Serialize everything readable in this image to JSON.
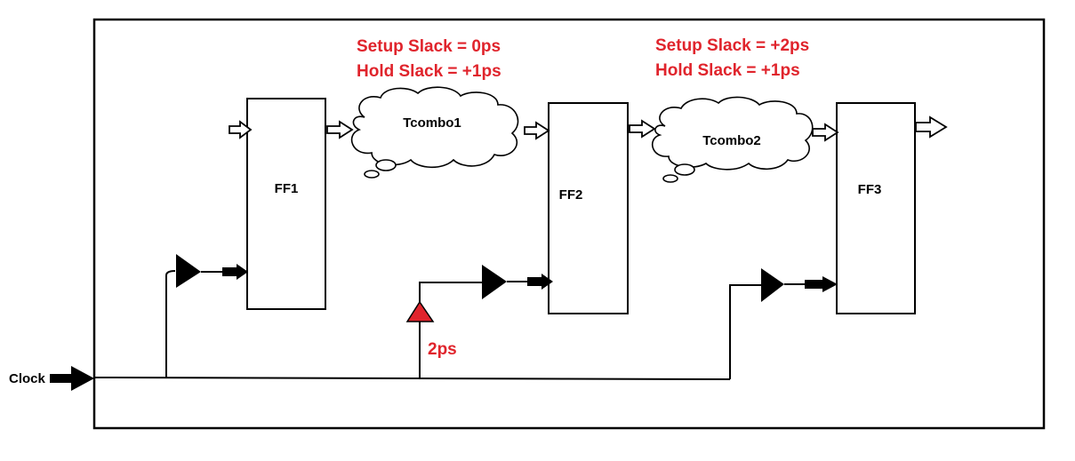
{
  "stage1": {
    "setup_slack": "Setup Slack = 0ps",
    "hold_slack": "Hold Slack = +1ps",
    "combo": "Tcombo1"
  },
  "stage2": {
    "setup_slack": "Setup Slack = +2ps",
    "hold_slack": "Hold Slack = +1ps",
    "combo": "Tcombo2"
  },
  "flops": {
    "ff1": "FF1",
    "ff2": "FF2",
    "ff3": "FF3"
  },
  "clock_label": "Clock",
  "delay_label": "2ps",
  "colors": {
    "annotation": "#e0242c",
    "line": "#000000",
    "background": "#ffffff"
  }
}
